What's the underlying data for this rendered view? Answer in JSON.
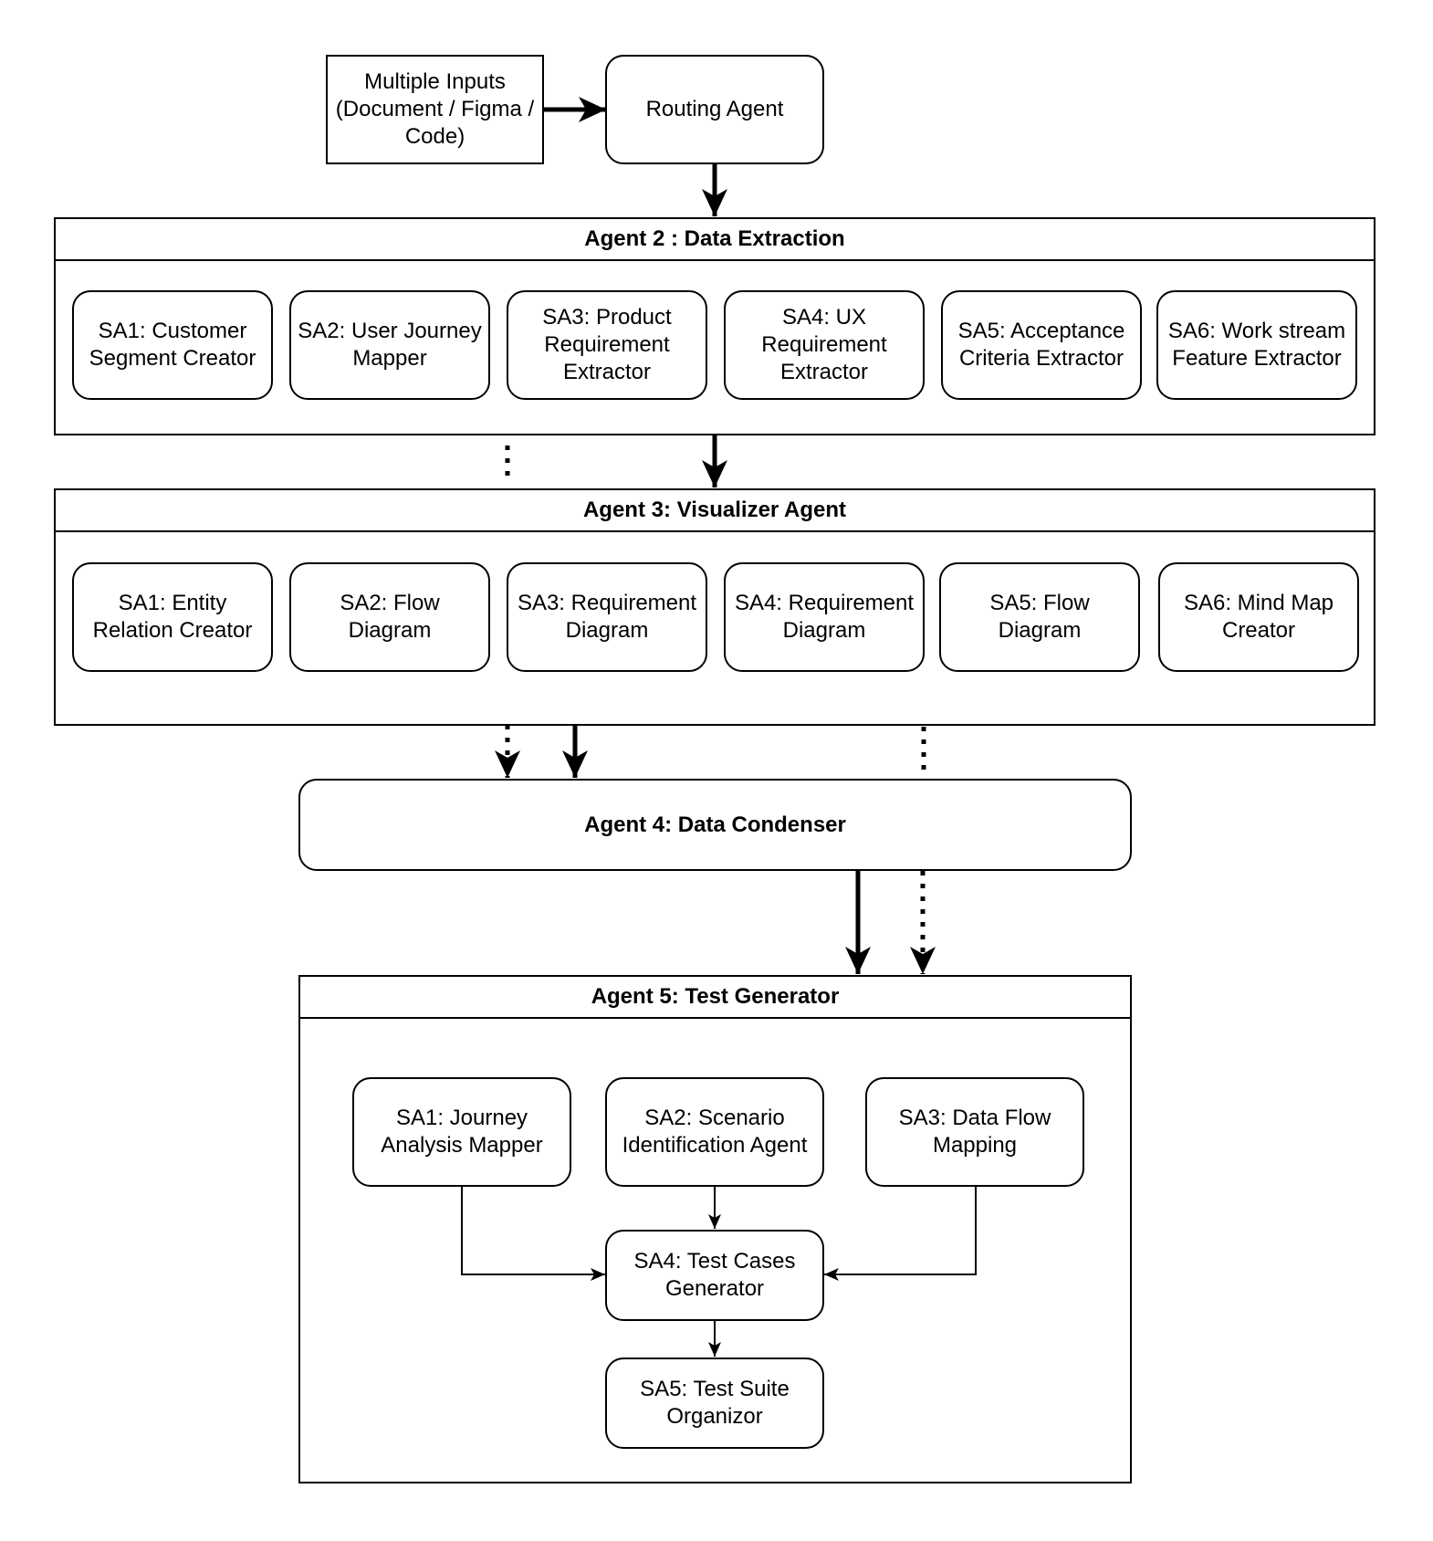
{
  "inputs": {
    "label": "Multiple Inputs (Document / Figma / Code)"
  },
  "routing": {
    "label": "Routing Agent"
  },
  "agent2": {
    "title": "Agent 2 : Data Extraction",
    "items": [
      "SA1: Customer Segment Creator",
      "SA2: User Journey Mapper",
      "SA3: Product Requirement Extractor",
      "SA4: UX Requirement Extractor",
      "SA5: Acceptance Criteria Extractor",
      "SA6: Work stream Feature Extractor"
    ]
  },
  "agent3": {
    "title": "Agent 3: Visualizer Agent",
    "items": [
      "SA1: Entity Relation Creator",
      "SA2: Flow Diagram",
      "SA3: Requirement Diagram",
      "SA4: Requirement Diagram",
      "SA5: Flow Diagram",
      "SA6: Mind Map Creator"
    ]
  },
  "agent4": {
    "title": "Agent 4: Data Condenser"
  },
  "agent5": {
    "title": "Agent 5: Test Generator",
    "sa1": "SA1: Journey Analysis Mapper",
    "sa2": "SA2: Scenario Identification Agent",
    "sa3": "SA3: Data Flow Mapping",
    "sa4": "SA4: Test Cases Generator",
    "sa5": "SA5: Test Suite Organizor"
  },
  "colors": {
    "stroke": "#000000",
    "background": "#ffffff"
  }
}
